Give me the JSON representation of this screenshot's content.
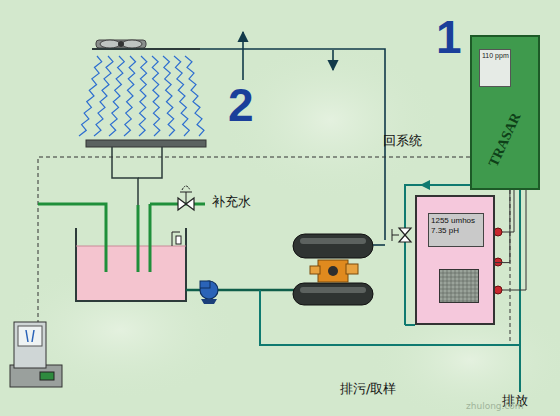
{
  "diagram": {
    "nodes": [
      {
        "text": [
          "110 ppm",
          "TRASAR"
        ]
      },
      {
        "text": [
          "1255 umhos 7.35 pH"
        ]
      }
    ],
    "edges": [
      {
        "from": 0,
        "to": 1,
        "arrow": "none"
      }
    ],
    "labels": [
      "1",
      "2",
      "回系统",
      "补充水",
      "排污/取样",
      "排放",
      "zhulong.com"
    ]
  }
}
